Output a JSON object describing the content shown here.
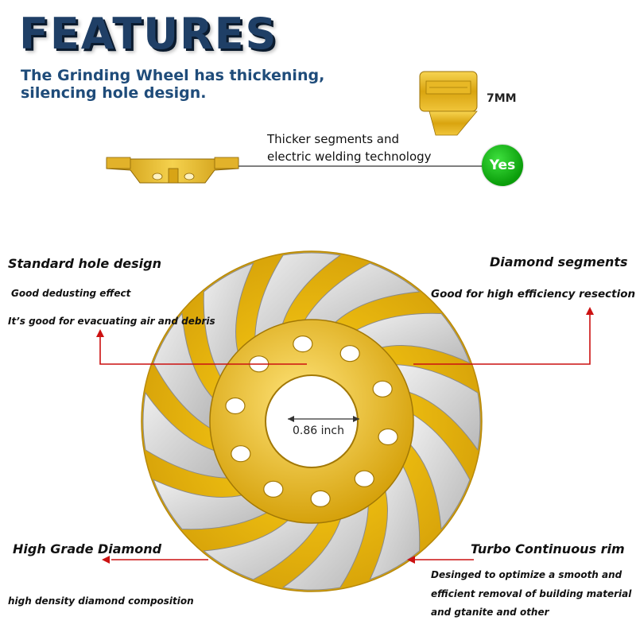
{
  "header": {
    "title": "FEATURES",
    "subtitle_line1": "The Grinding Wheel has thickening,",
    "subtitle_line2": "silencing hole design."
  },
  "thickness": {
    "size_label": "7MM",
    "caption_line1": "Thicker segments and",
    "caption_line2": "electric welding technology",
    "badge": "Yes"
  },
  "wheel": {
    "diameter_label": "0.86 inch",
    "body_color": "#f2c21c",
    "segment_color": "#d9d9d9"
  },
  "annotations": {
    "standard_hole": {
      "title": "Standard hole design",
      "line1": "Good dedusting effect",
      "line2": "It’s good for evacuating air and debris"
    },
    "diamond_segments": {
      "title": "Diamond segments",
      "line1": "Good for high efficiency resection"
    },
    "high_grade": {
      "title": "High Grade Diamond",
      "line1": "high density diamond composition"
    },
    "turbo_rim": {
      "title": "Turbo Continuous rim",
      "line1": "Desinged to optimize a smooth and",
      "line2": "efficient removal of building material",
      "line3": "and gtanite and other"
    }
  },
  "colors": {
    "title": "#1f3f66",
    "subtitle": "#1f4c7a",
    "leader_line": "#cc1111",
    "badge": "#1fb81f"
  }
}
